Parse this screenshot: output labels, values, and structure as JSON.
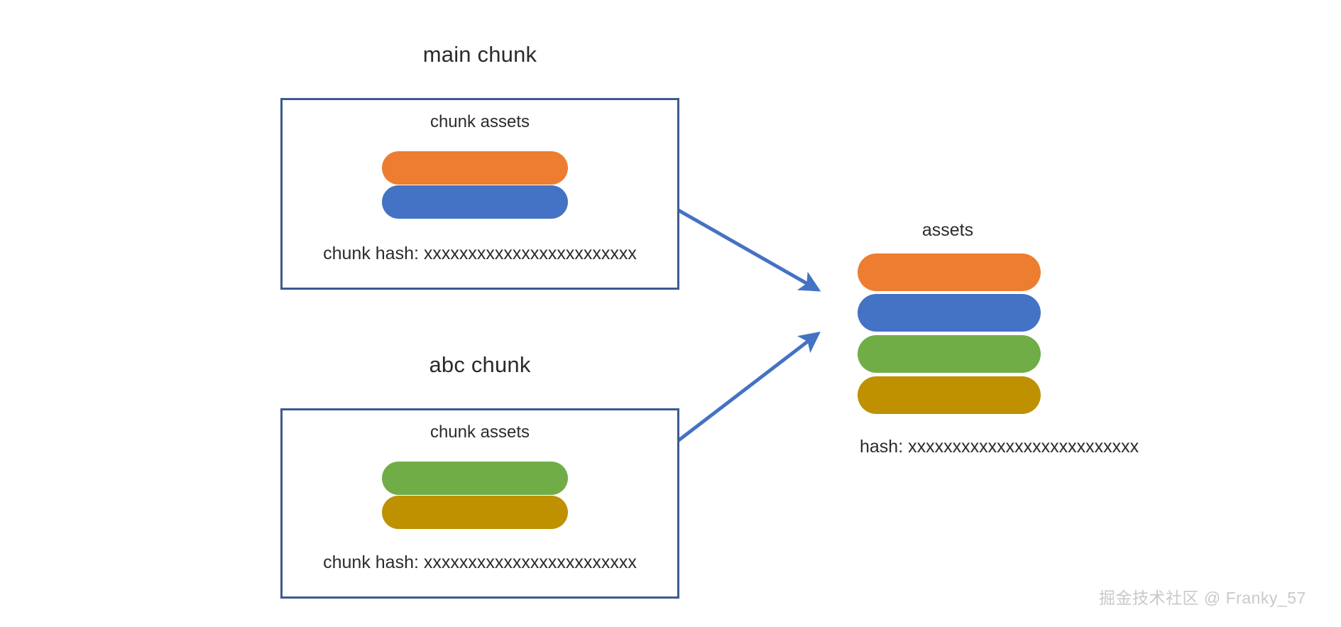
{
  "diagram": {
    "title_main": "main chunk",
    "title_abc": "abc chunk",
    "colors": {
      "orange": "#ED7D31",
      "blue": "#4472C4",
      "green": "#70AD47",
      "gold": "#BF9000",
      "box_border": "#3C5A91",
      "arrow": "#4472C4",
      "text": "#2b2b2b",
      "watermark": "#c9c9c9",
      "background": "#ffffff"
    },
    "main_chunk": {
      "title": "main chunk",
      "assets_label": "chunk assets",
      "hash_label": "chunk hash: xxxxxxxxxxxxxxxxxxxxxxxx",
      "assets": [
        {
          "name": "asset-orange",
          "color": "#ED7D31"
        },
        {
          "name": "asset-blue",
          "color": "#4472C4"
        }
      ]
    },
    "abc_chunk": {
      "title": "abc chunk",
      "assets_label": "chunk assets",
      "hash_label": "chunk hash: xxxxxxxxxxxxxxxxxxxxxxxx",
      "assets": [
        {
          "name": "asset-green",
          "color": "#70AD47"
        },
        {
          "name": "asset-gold",
          "color": "#BF9000"
        }
      ]
    },
    "output_assets": {
      "title": "assets",
      "hash_label": "hash: xxxxxxxxxxxxxxxxxxxxxxxxxx",
      "assets": [
        {
          "name": "asset-orange",
          "color": "#ED7D31"
        },
        {
          "name": "asset-blue",
          "color": "#4472C4"
        },
        {
          "name": "asset-green",
          "color": "#70AD47"
        },
        {
          "name": "asset-gold",
          "color": "#BF9000"
        }
      ]
    },
    "arrows": [
      {
        "name": "arrow-main-to-assets",
        "from": "main chunk",
        "to": "assets"
      },
      {
        "name": "arrow-abc-to-assets",
        "from": "abc chunk",
        "to": "assets"
      }
    ],
    "watermark": "掘金技术社区 @ Franky_57"
  }
}
